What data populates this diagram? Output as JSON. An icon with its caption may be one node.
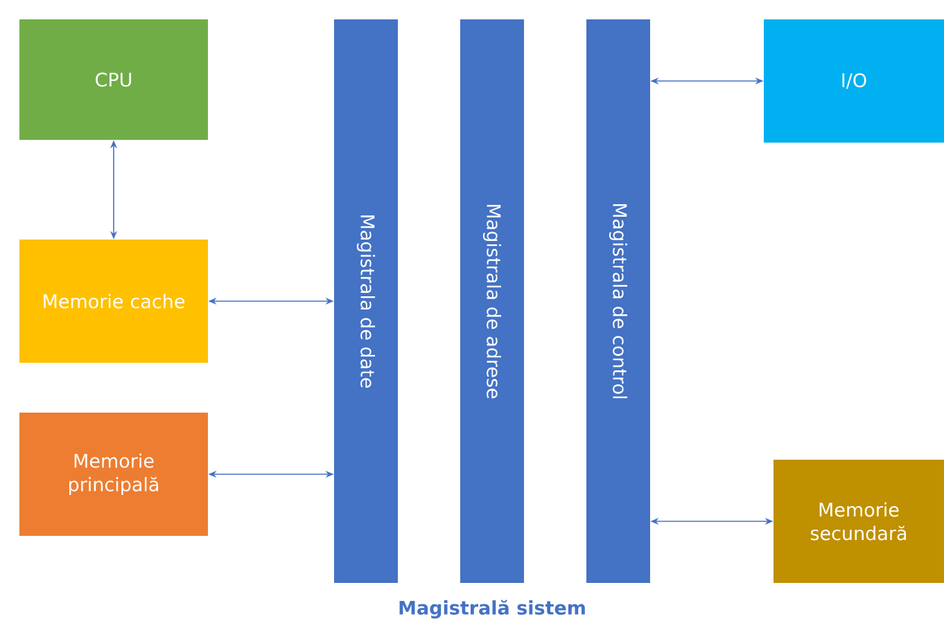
{
  "diagram": {
    "nodes": [
      {
        "text": [
          "CPU"
        ]
      },
      {
        "text": [
          "Memorie cache"
        ]
      },
      {
        "text": [
          "Memorie principală"
        ]
      },
      {
        "text": [
          "Magistrala de date"
        ]
      },
      {
        "text": [
          "Magistrala de adrese"
        ]
      },
      {
        "text": [
          "Magistrala de control"
        ]
      },
      {
        "text": [
          "I/O"
        ]
      },
      {
        "text": [
          "Memorie secundară"
        ]
      }
    ],
    "edges": [
      {
        "from": 0,
        "to": 1,
        "arrow": "both"
      },
      {
        "from": 1,
        "to": 3,
        "arrow": "both"
      },
      {
        "from": 2,
        "to": 3,
        "arrow": "both"
      },
      {
        "from": 5,
        "to": 6,
        "arrow": "both"
      },
      {
        "from": 5,
        "to": 7,
        "arrow": "both"
      }
    ],
    "labels": [
      "Magistrală sistem"
    ]
  }
}
